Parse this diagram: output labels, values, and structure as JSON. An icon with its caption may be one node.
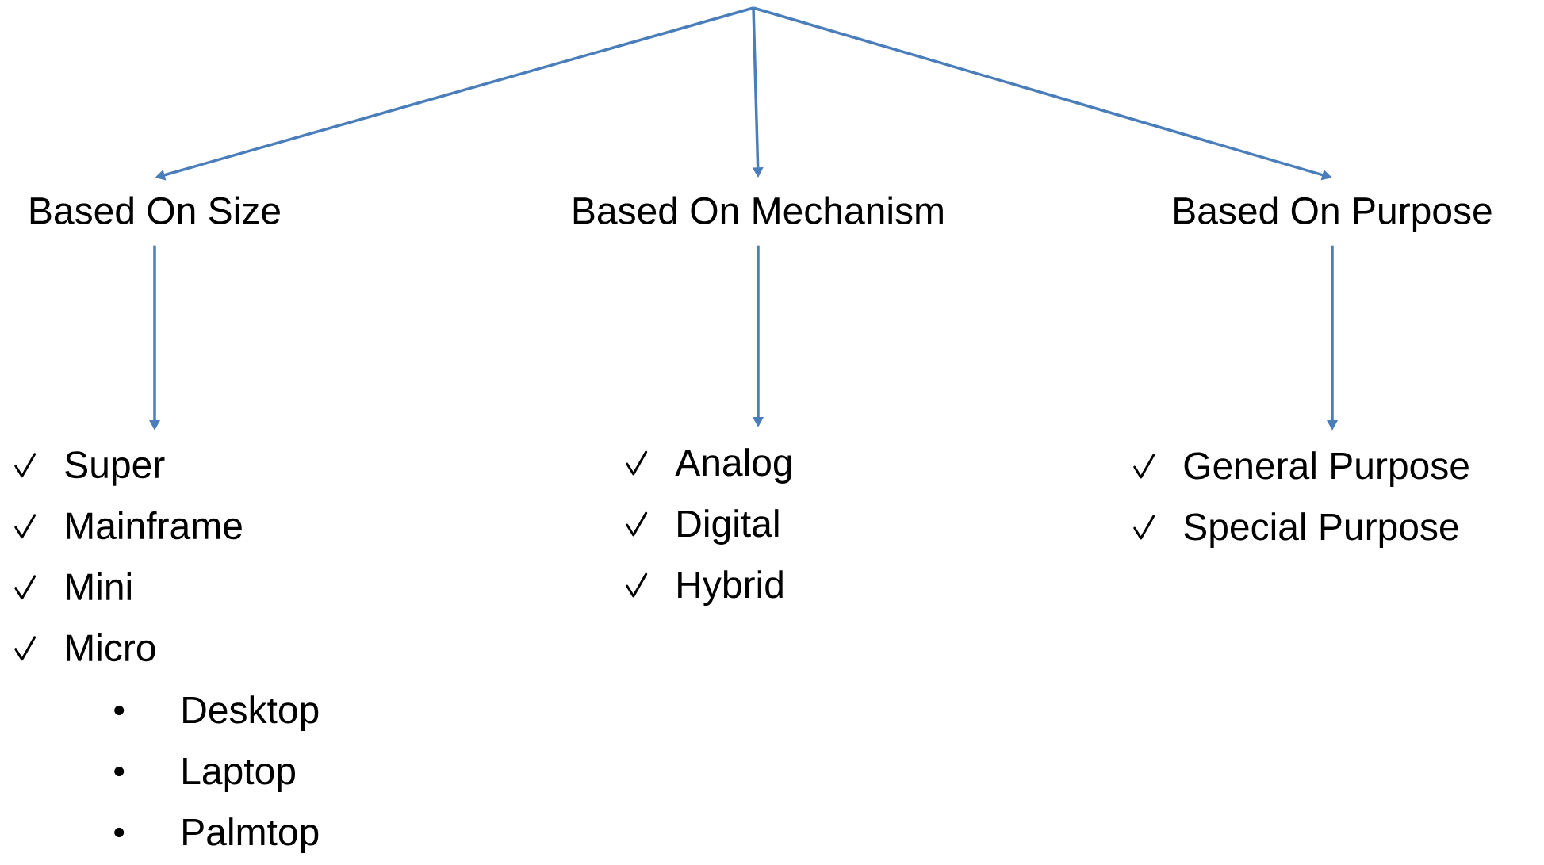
{
  "diagram": {
    "nodes": [
      {
        "text": [
          "Based On Size"
        ]
      },
      {
        "text": [
          "Based On Mechanism"
        ]
      },
      {
        "text": [
          "Based On Purpose"
        ]
      },
      {
        "text": [
          "Super",
          "Mainframe",
          "Mini",
          "Micro"
        ]
      },
      {
        "text": [
          "Desktop",
          "Laptop",
          "Palmtop"
        ]
      },
      {
        "text": [
          "Analog",
          "Digital",
          "Hybrid"
        ]
      },
      {
        "text": [
          "General Purpose",
          "Special Purpose"
        ]
      }
    ],
    "edges": [
      {
        "from": null,
        "to": 0,
        "arrow": "to"
      },
      {
        "from": null,
        "to": 1,
        "arrow": "to"
      },
      {
        "from": null,
        "to": 2,
        "arrow": "to"
      },
      {
        "from": 0,
        "to": 3,
        "arrow": "to"
      },
      {
        "from": 1,
        "to": 5,
        "arrow": "to"
      },
      {
        "from": 2,
        "to": 6,
        "arrow": "to"
      }
    ]
  }
}
